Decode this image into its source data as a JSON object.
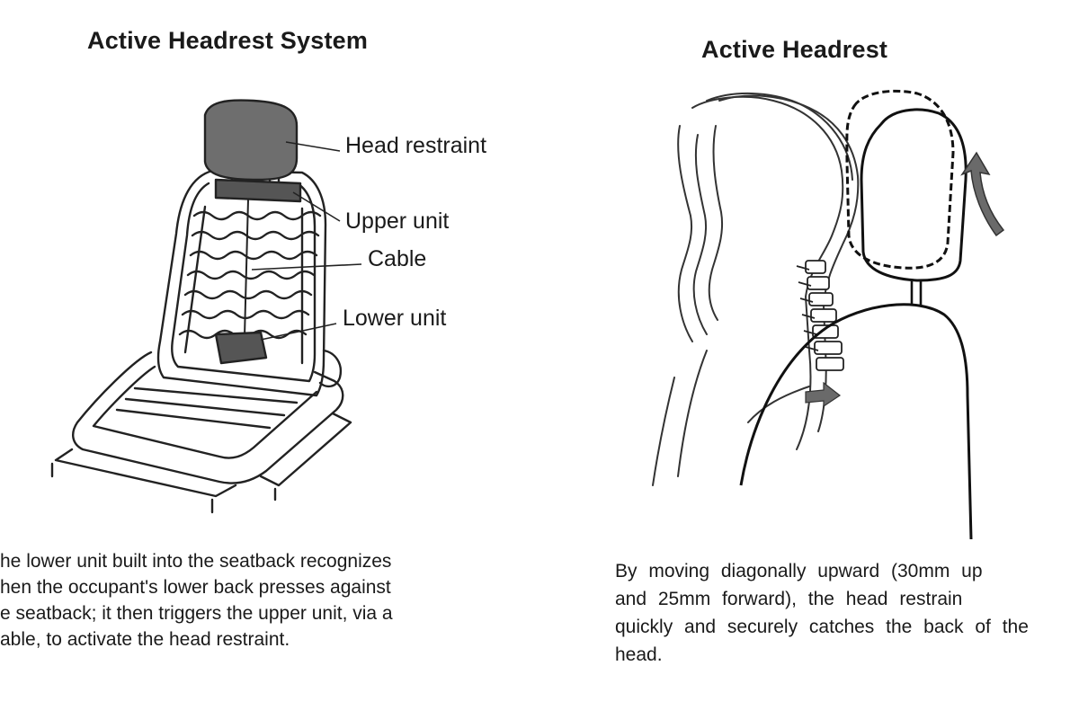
{
  "left": {
    "title": "Active Headrest System",
    "labels": {
      "head_restraint": "Head restraint",
      "upper_unit": "Upper unit",
      "cable": "Cable",
      "lower_unit": "Lower unit"
    },
    "caption_lines": [
      "he lower unit built into the seatback recognizes",
      "hen the occupant's lower back presses against",
      "e seatback; it then triggers the upper unit, via a",
      "able, to activate the head restraint."
    ]
  },
  "right": {
    "title": "Active Headrest",
    "caption_lines": [
      "By moving diagonally upward (30mm up",
      "and 25mm forward), the head restrain",
      "quickly and securely catches the back of the",
      "head."
    ]
  }
}
